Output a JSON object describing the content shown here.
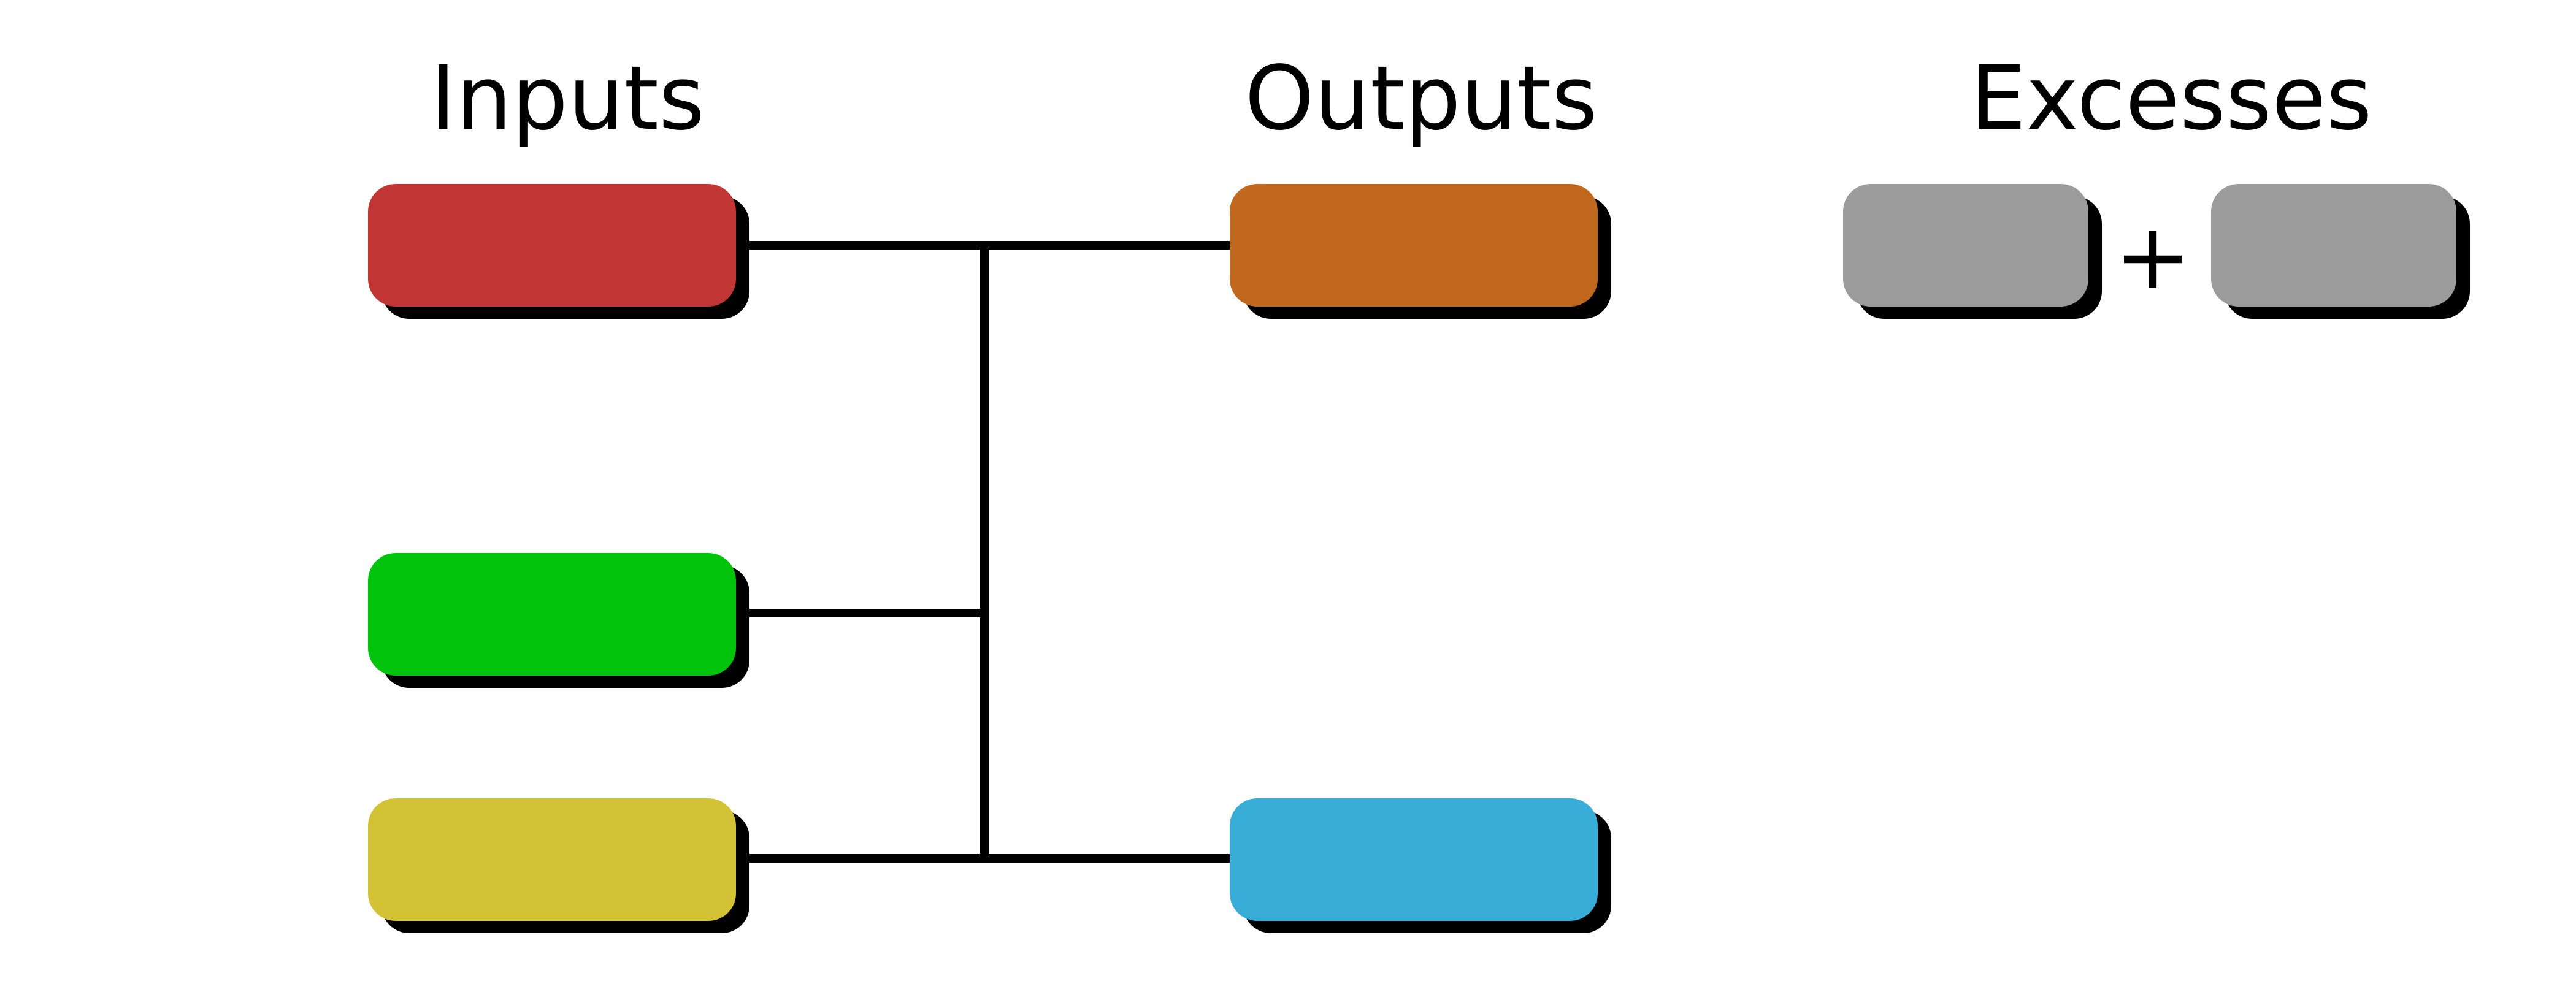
{
  "headings": {
    "inputs": "Inputs",
    "outputs": "Outputs",
    "excesses": "Excesses"
  },
  "operator": "+",
  "boxes": {
    "input_red": "#c13535",
    "input_green": "#00c40b",
    "input_yellow": "#d4c236",
    "output_orange": "#c0691e",
    "output_blue": "#37acd7",
    "excess_left": "#9b9b9b",
    "excess_right": "#9b9b9b"
  },
  "shadow_color": "#000000",
  "line_color": "#000000"
}
